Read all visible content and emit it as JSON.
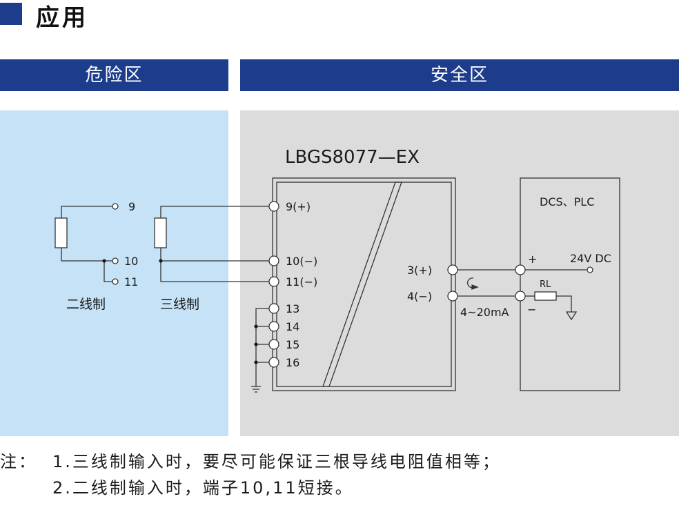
{
  "heading": {
    "title": "应用",
    "color": "#1d3d8c"
  },
  "zones": {
    "hazard": {
      "label": "危险区",
      "bg": "#c5e2f6"
    },
    "safe": {
      "label": "安全区",
      "bg": "#dcdcdc"
    }
  },
  "device": {
    "model": "LBGS8077—EX",
    "left_terminals": [
      "9(+)",
      "10(−)",
      "11(−)",
      "13",
      "14",
      "15",
      "16"
    ],
    "right_terminals": [
      "3(+)",
      "4(−)"
    ],
    "current_label": "4~20mA"
  },
  "field": {
    "two_wire": {
      "label": "二线制",
      "pins": [
        "9",
        "10",
        "11"
      ]
    },
    "three_wire": {
      "label": "三线制"
    }
  },
  "dcs": {
    "title": "DCS、PLC",
    "plus": "+",
    "minus": "−",
    "supply": "24V DC",
    "resistor": "RL"
  },
  "notes": {
    "prefix": "注：",
    "line1": "1.三线制输入时，要尽可能保证三根导线电阻值相等；",
    "line2": "2.二线制输入时，端子10,11短接。"
  }
}
